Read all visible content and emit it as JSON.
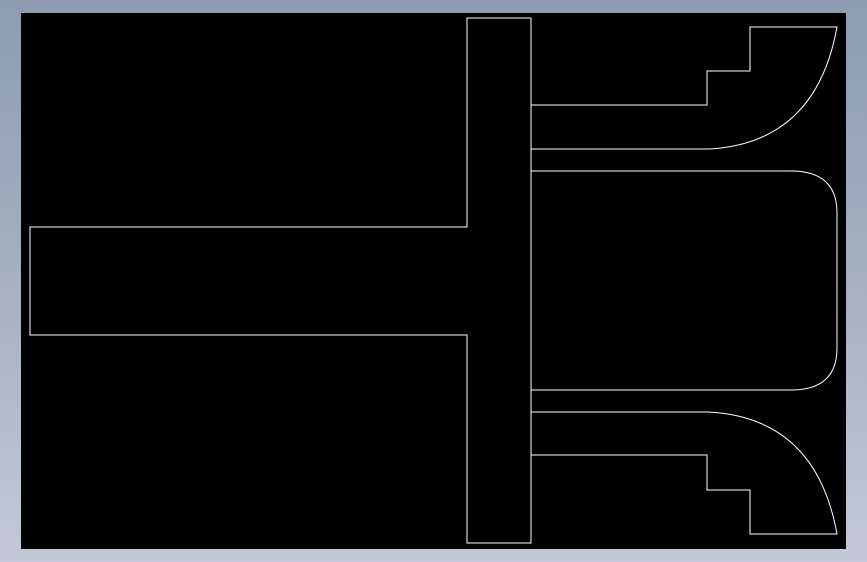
{
  "viewport": {
    "background_color": "#000000",
    "line_color": "#ffffff",
    "frame_gradient": [
      "#8e9bb1",
      "#c3c9d6"
    ]
  },
  "drawing": {
    "view": "section profile",
    "parts": [
      "shaft",
      "hub-flange",
      "upper-blade-arm",
      "lower-blade-arm",
      "central-boss"
    ]
  }
}
